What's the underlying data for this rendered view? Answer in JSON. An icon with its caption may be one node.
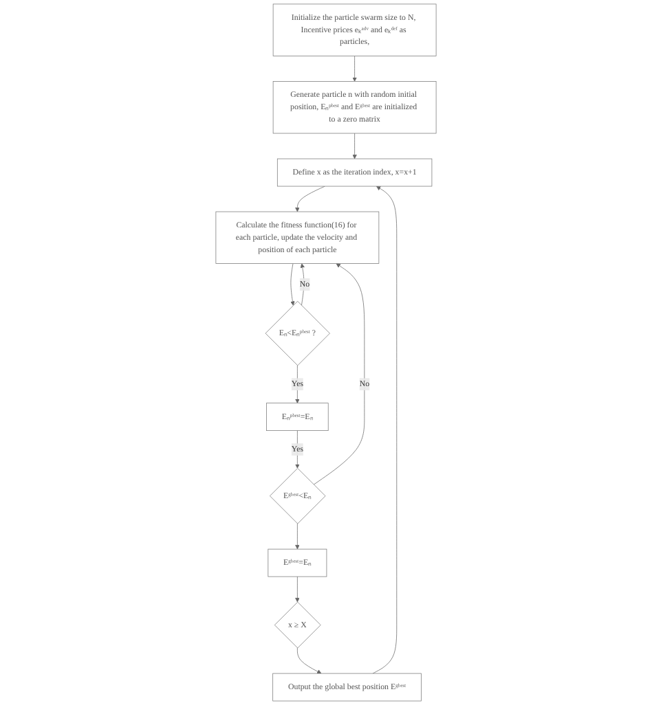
{
  "diagram": {
    "nodes": [
      {
        "text": [
          "Initialize the particle swarm size to N, Incentive prices eₖᵃᵈᵛ and eₖᵈᵉᶠ as particles,"
        ]
      },
      {
        "text": [
          "Generate particle n with random initial position, Eₙᵖᵇᵉˢᵗ and Eᵍᵇᵉˢᵗ are initialized to a zero matrix"
        ]
      },
      {
        "text": [
          "Define x as the iteration index, x=x+1"
        ]
      },
      {
        "text": [
          "Calculate the fitness function(16) for each particle, update the velocity and position of each particle"
        ]
      },
      {
        "text": [
          "Eₙ<Eₙᵖᵇᵉˢᵗ ?"
        ]
      },
      {
        "text": [
          "Eₙᵖᵇᵉˢᵗ=Eₙ"
        ]
      },
      {
        "text": [
          "Eᵍᵇᵉˢᵗ<Eₙ"
        ]
      },
      {
        "text": [
          "Eᵍᵇᵉˢᵗ=Eₙ"
        ]
      },
      {
        "text": [
          "x ≥ X"
        ]
      },
      {
        "text": [
          "Output the global best position Eᵍᵇᵉˢᵗ"
        ]
      }
    ],
    "edges": [
      {
        "from": 0,
        "to": 1,
        "arrow": "to"
      },
      {
        "from": 1,
        "to": 2,
        "arrow": "to"
      },
      {
        "from": 2,
        "to": 3,
        "arrow": "to"
      },
      {
        "from": 3,
        "to": 4,
        "arrow": "to"
      },
      {
        "from": 4,
        "to": 5,
        "label": "Yes",
        "arrow": "to"
      },
      {
        "from": 4,
        "to": 3,
        "label": "No",
        "arrow": "to"
      },
      {
        "from": 5,
        "to": 6,
        "label": "Yes",
        "arrow": "to"
      },
      {
        "from": 6,
        "to": 3,
        "label": "No",
        "arrow": "to"
      },
      {
        "from": 6,
        "to": 7,
        "arrow": "to"
      },
      {
        "from": 7,
        "to": 8,
        "arrow": "to"
      },
      {
        "from": 8,
        "to": 9,
        "arrow": "to"
      },
      {
        "from": 9,
        "to": 2,
        "arrow": "to"
      }
    ]
  }
}
